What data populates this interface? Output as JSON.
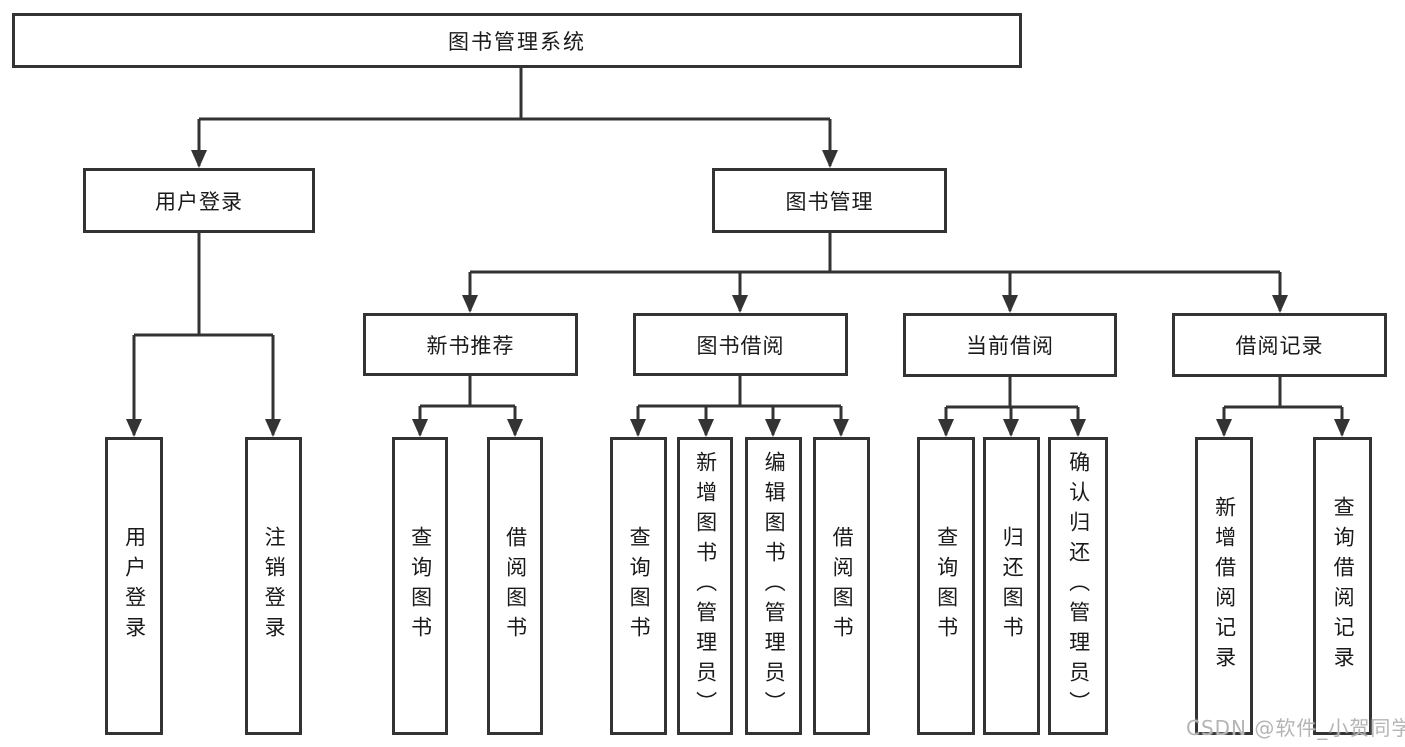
{
  "tree": {
    "label": "图书管理系统",
    "children": [
      {
        "label": "用户登录",
        "children": [
          {
            "label": "用户登录"
          },
          {
            "label": "注销登录"
          }
        ]
      },
      {
        "label": "图书管理",
        "children": [
          {
            "label": "新书推荐",
            "children": [
              {
                "label": "查询图书"
              },
              {
                "label": "借阅图书"
              }
            ]
          },
          {
            "label": "图书借阅",
            "children": [
              {
                "label": "查询图书"
              },
              {
                "label": "新增图书（管理员）"
              },
              {
                "label": "编辑图书（管理员）"
              },
              {
                "label": "借阅图书"
              }
            ]
          },
          {
            "label": "当前借阅",
            "children": [
              {
                "label": "查询图书"
              },
              {
                "label": "归还图书"
              },
              {
                "label": "确认归还（管理员）"
              }
            ]
          },
          {
            "label": "借阅记录",
            "children": [
              {
                "label": "新增借阅记录"
              },
              {
                "label": "查询借阅记录"
              }
            ]
          }
        ]
      }
    ]
  },
  "watermark": {
    "text": "CSDN @软件_小贺同学"
  },
  "colors": {
    "line": "#333333",
    "text": "#1a1a1a",
    "background": "#ffffff",
    "watermark": "#b5b5b5"
  }
}
